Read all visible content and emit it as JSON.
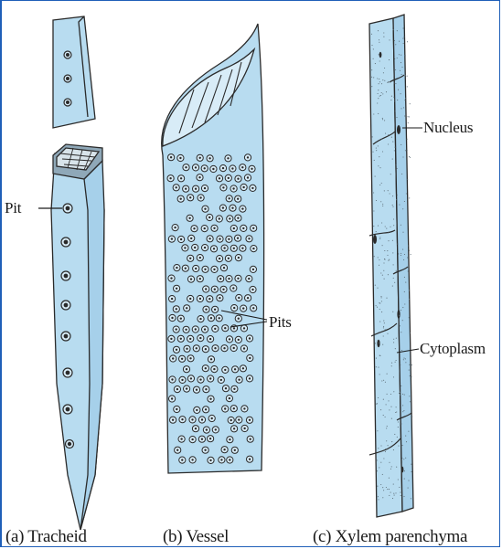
{
  "labels": {
    "pit": "Pit",
    "pits": "Pits",
    "nucleus": "Nucleus",
    "cytoplasm": "Cytoplasm"
  },
  "captions": {
    "tracheid": "(a) Tracheid",
    "vessel": "(b) Vessel",
    "parenchyma": "(c) Xylem parenchyma"
  },
  "colors": {
    "cell_fill": "#b8dcf0",
    "outline": "#2a2a2a",
    "frame": "#1f5fb8"
  }
}
